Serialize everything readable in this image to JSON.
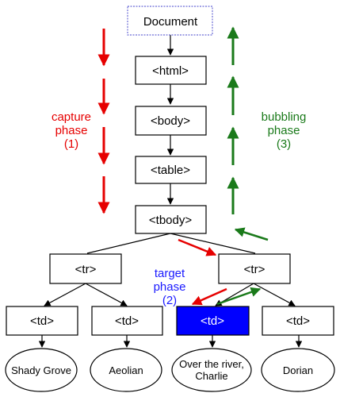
{
  "colors": {
    "capture": "#e60000",
    "bubbling": "#1a7a1a",
    "target": "#0000ff",
    "document_border": "#6b6bd6"
  },
  "nodes": {
    "document": "Document",
    "html": "<html>",
    "body": "<body>",
    "table": "<table>",
    "tbody": "<tbody>",
    "tr_left": "<tr>",
    "tr_right": "<tr>",
    "td1": "<td>",
    "td2": "<td>",
    "td_target": "<td>",
    "td4": "<td>"
  },
  "leaves": {
    "leaf1": "Shady Grove",
    "leaf2": "Aeolian",
    "leaf3_line1": "Over the river,",
    "leaf3_line2": "Charlie",
    "leaf4": "Dorian"
  },
  "labels": {
    "capture": [
      "capture",
      "phase",
      "(1)"
    ],
    "bubbling": [
      "bubbling",
      "phase",
      "(3)"
    ],
    "target": [
      "target",
      "phase",
      "(2)"
    ]
  }
}
